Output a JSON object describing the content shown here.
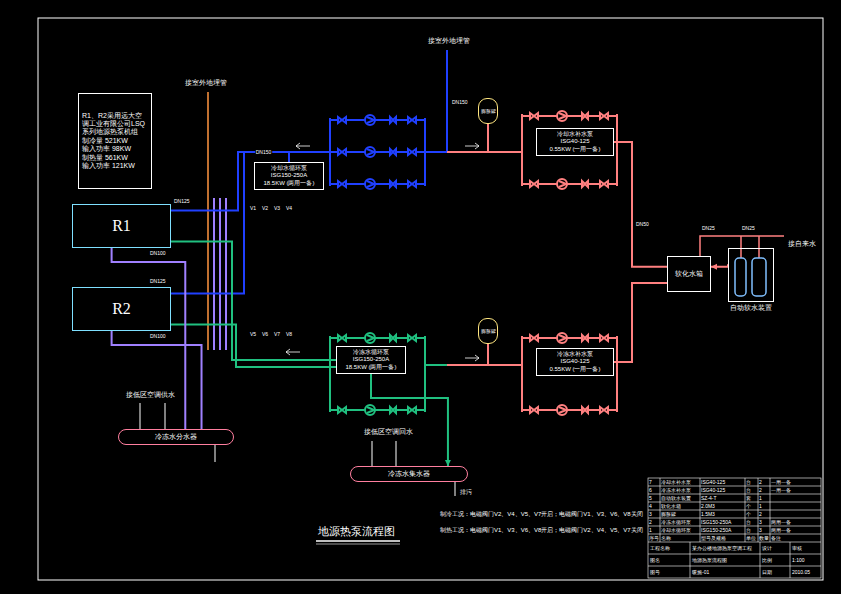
{
  "diagram": {
    "title": "地源热泵流程图",
    "nodes": [
      {
        "text": [
          "R1、R2采用远大空调工业有限公司LSQ系列地源热泵机组",
          "制冷量 521KW",
          "输入功率 98KW",
          "制热量 561KW",
          "输入功率 121KW"
        ]
      },
      {
        "text": [
          "R1"
        ]
      },
      {
        "text": [
          "R2"
        ]
      },
      {
        "text": [
          "冷却水循环泵",
          "ISG150-250A",
          "18.5KW (两用一备)"
        ]
      },
      {
        "text": [
          "膨胀罐"
        ]
      },
      {
        "text": [
          "冷却水补水泵",
          "ISG40-125",
          "0.55KW (一用一备)"
        ]
      },
      {
        "text": [
          "冷冻水循环泵",
          "ISG150-250A",
          "18.5KW (两用一备)"
        ]
      },
      {
        "text": [
          "膨胀罐"
        ]
      },
      {
        "text": [
          "冷冻水补水泵",
          "ISG40-125",
          "0.55KW (一用一备)"
        ]
      },
      {
        "text": [
          "软化水箱"
        ]
      },
      {
        "text": [
          "自动软水装置"
        ]
      },
      {
        "text": [
          "冷冻水分水器"
        ]
      },
      {
        "text": [
          "冷冻水集水器"
        ]
      }
    ],
    "edges": [
      {
        "from": 1,
        "to": 3,
        "label": "DN150",
        "arrow": "none"
      },
      {
        "from": 2,
        "to": 3,
        "arrow": "none"
      },
      {
        "from": 1,
        "to": 6,
        "arrow": "none"
      },
      {
        "from": 2,
        "to": 6,
        "arrow": "none"
      },
      {
        "from": 11,
        "to": 1,
        "arrow": "none"
      },
      {
        "from": 11,
        "to": 2,
        "arrow": "none"
      },
      {
        "from": 6,
        "to": 12,
        "arrow": "to"
      },
      {
        "from": 5,
        "to": 9,
        "arrow": "none"
      },
      {
        "from": 8,
        "to": 9,
        "arrow": "none"
      },
      {
        "from": 10,
        "to": 9,
        "arrow": "to"
      }
    ],
    "labels": [
      "接室外地埋管",
      "接室外地埋管",
      "接低区空调供水",
      "接低区空调回水",
      "排污",
      "接自来水",
      "DN125",
      "DN100",
      "DN125",
      "DN100",
      "DN150",
      "DN50",
      "DN25",
      "DN25",
      "V1",
      "V2",
      "V3",
      "V4",
      "V5",
      "V6",
      "V7",
      "V8",
      "制冷工况：电磁阀门V2、V4、V5、V7开启；电磁阀门V1、V3、V6、V8关闭",
      "制热工况：电磁阀门V1、V3、V6、V8开启；电磁阀门V2、V4、V5、V7关闭",
      "7",
      "冷却水补水泵",
      "ISG40-125",
      "台",
      "2",
      "一用一备",
      "6",
      "冷冻水补水泵",
      "ISG40-125",
      "台",
      "2",
      "一用一备",
      "5",
      "自动软水装置",
      "SZ-4-T",
      "套",
      "1",
      "4",
      "软化水箱",
      "2.0M3",
      "个",
      "1",
      "3",
      "膨胀罐",
      "1.5M3",
      "个",
      "2",
      "2",
      "冷冻水循环泵",
      "ISG150-250A",
      "台",
      "3",
      "两用一备",
      "1",
      "冷却水循环泵",
      "ISG150-250A",
      "台",
      "3",
      "两用一备",
      "序号",
      "名称",
      "型号及规格",
      "单位",
      "数量",
      "备注",
      "工程名称",
      "某办公楼地源热泵空调工程",
      "设计",
      "审核",
      "图名",
      "地源热泵流程图",
      "比例",
      "1:100",
      "图号",
      "暖施-01",
      "日期",
      "2010.05"
    ]
  }
}
